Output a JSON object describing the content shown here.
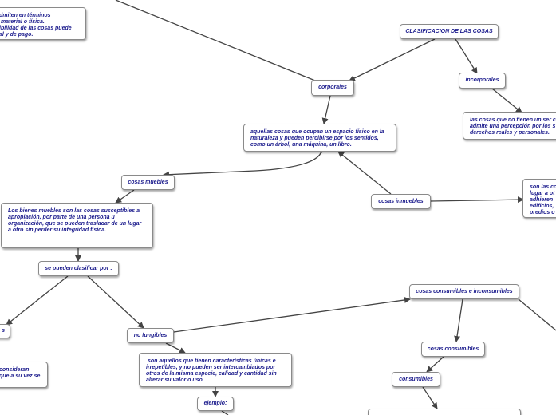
{
  "colors": {
    "node_text": "#1a1a8c",
    "node_border": "#8a8a8a",
    "line": "#444444"
  },
  "nodes": {
    "top_left_definition": "dmiten en términos\n material o física.\nibilidad de las cosas puede\nal y de pago.",
    "clasificacion": "CLASIFICACION DE LAS COSAS",
    "corporales": "corporales",
    "incorporales": "incorporales",
    "incorporales_definition": "las cosas que no tienen un ser c\nadmite una percepción por los s\nderechos reales y personales.",
    "corporales_definition": "aquellas cosas que ocupan un espacio físico en la\nnaturaleza y pueden percibirse por los sentidos,\ncomo un árbol, una máquina, un libro.",
    "cosas_muebles": "cosas muebles",
    "cosas_inmuebles": "cosas inmuebles",
    "inmuebles_definition": "son las co\nlugar a ot\nadhieren \nedificios, \npredios o",
    "muebles_definition": "Los bienes muebles son las cosas susceptibles a\napropiación, por parte de una persona u\norganización, que se pueden trasladar de un lugar\na otro sin perder su integridad física.",
    "se_pueden_clasificar": "se pueden clasificar por :",
    "fungibles_partial": "s",
    "no_fungibles": "no fungibles",
    "fungibles_definition_partial": "consideran\nque a su vez se",
    "no_fungibles_definition": " son aquellos que tienen características únicas e\nirrepetibles, y no pueden ser intercambiados por\notros de la misma especie, calidad y cantidad sin\nalterar su valor o uso",
    "ejemplo": "ejemplo:",
    "consumibles_e_inconsumibles": "cosas consumibles e inconsumibles",
    "cosas_consumibles": "cosas consumibles",
    "consumibles": "consumibles",
    "bottom_partial": ""
  }
}
